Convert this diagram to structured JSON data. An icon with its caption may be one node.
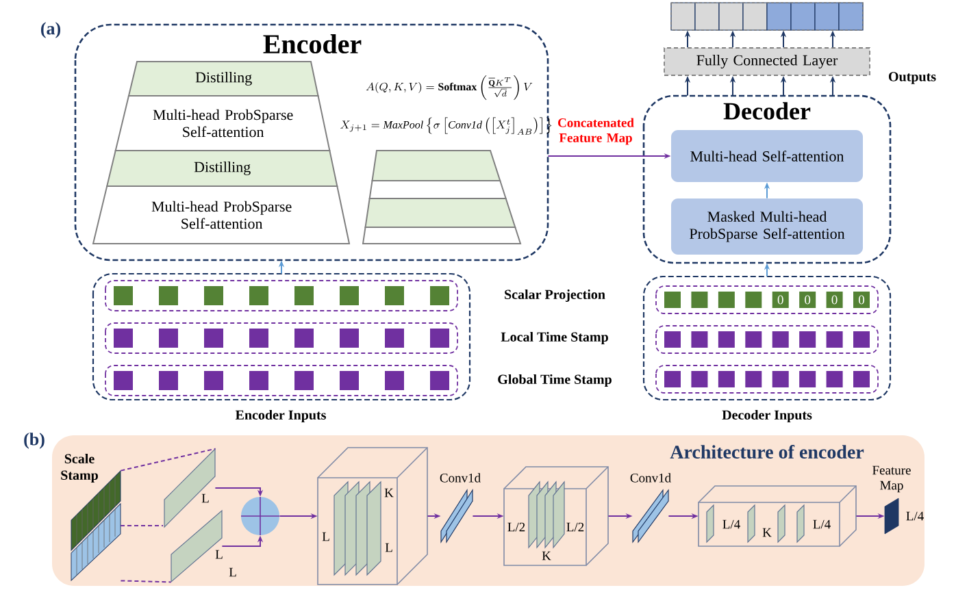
{
  "diagram": {
    "nodes": [
      {
        "text": [
          "Encoder"
        ]
      },
      {
        "text": [
          "Distilling"
        ],
        "in": 0
      },
      {
        "text": [
          "Multi-head ProbSparse Self-attention"
        ],
        "in": 0
      },
      {
        "text": [
          "Distilling"
        ],
        "in": 0
      },
      {
        "text": [
          "Multi-head ProbSparse Self-attention"
        ],
        "in": 0
      },
      {
        "text": [],
        "shape": "box",
        "in": 0
      },
      {
        "text": [],
        "shape": "box",
        "in": 0
      },
      {
        "text": [],
        "shape": "box",
        "in": 0
      },
      {
        "text": [],
        "shape": "box",
        "in": 0
      },
      {
        "text": [
          "Decoder"
        ]
      },
      {
        "text": [
          "Multi-head Self-attention"
        ],
        "in": 9
      },
      {
        "text": [
          "Masked Multi-head ProbSparse Self-attention"
        ],
        "in": 9
      },
      {
        "text": [
          "Fully Connected Layer"
        ]
      },
      {
        "text": [],
        "shape": "box"
      },
      {
        "text": [
          "Encoder Inputs"
        ]
      },
      {
        "text": [],
        "shape": "box",
        "in": 14
      },
      {
        "text": [],
        "shape": "box",
        "in": 14
      },
      {
        "text": [],
        "shape": "box",
        "in": 14
      },
      {
        "text": [
          "Decoder Inputs"
        ]
      },
      {
        "text": [
          "0",
          "0",
          "0",
          "0"
        ],
        "in": 18
      },
      {
        "text": [],
        "shape": "box",
        "in": 18
      },
      {
        "text": [],
        "shape": "box",
        "in": 18
      },
      {
        "text": [
          "Architecture of encoder"
        ]
      },
      {
        "text": [],
        "shape": "picture",
        "in": 22,
        "beside": [
          "Scale Stamp"
        ]
      },
      {
        "text": [],
        "shape": "box",
        "in": 22,
        "beside": [
          "L"
        ]
      },
      {
        "text": [],
        "shape": "box",
        "in": 22,
        "beside": [
          "L",
          "L"
        ]
      },
      {
        "text": [],
        "shape": "circle",
        "in": 22
      },
      {
        "text": [
          "K",
          "L",
          "L"
        ],
        "in": 22
      },
      {
        "text": [],
        "shape": "box",
        "in": 22,
        "beside": [
          "Conv1d"
        ]
      },
      {
        "text": [
          "L/2",
          "L/2",
          "K"
        ],
        "in": 22
      },
      {
        "text": [],
        "shape": "box",
        "in": 22,
        "beside": [
          "Conv1d"
        ]
      },
      {
        "text": [
          "L/4",
          "K",
          "L/4"
        ],
        "in": 22
      },
      {
        "text": [],
        "shape": "box",
        "in": 22,
        "beside": [
          "Feature Map",
          "L/4"
        ]
      }
    ],
    "edges": [
      {
        "from": 14,
        "to": 0,
        "arrow": "to",
        "color": "#5b9bd5"
      },
      {
        "from": 18,
        "to": 9,
        "arrow": "to",
        "color": "#5b9bd5"
      },
      {
        "from": 0,
        "to": 10,
        "arrow": "to",
        "label": "Concatenated Feature Map"
      },
      {
        "from": 11,
        "to": 10,
        "arrow": "to",
        "color": "#5b9bd5"
      },
      {
        "from": 9,
        "to": 12,
        "arrow": "to",
        "color": "#1f3864"
      },
      {
        "from": 9,
        "to": 12,
        "arrow": "to",
        "color": "#1f3864"
      },
      {
        "from": 9,
        "to": 12,
        "arrow": "to",
        "color": "#1f3864"
      },
      {
        "from": 9,
        "to": 12,
        "arrow": "to",
        "color": "#1f3864"
      },
      {
        "from": 12,
        "to": 13,
        "arrow": "to",
        "color": "#1f3864"
      },
      {
        "from": 12,
        "to": 13,
        "arrow": "to",
        "color": "#1f3864"
      },
      {
        "from": 12,
        "to": 13,
        "arrow": "to",
        "color": "#1f3864"
      },
      {
        "from": 12,
        "to": 13,
        "arrow": "to",
        "color": "#1f3864"
      },
      {
        "from": 23,
        "to": 24,
        "arrow": "none",
        "style": "dashed"
      },
      {
        "from": 23,
        "to": 25,
        "arrow": "none",
        "style": "dashed"
      },
      {
        "from": 24,
        "to": 26,
        "arrow": "to"
      },
      {
        "from": 25,
        "to": 26,
        "arrow": "to"
      },
      {
        "from": 26,
        "to": 27,
        "arrow": "to"
      },
      {
        "from": 27,
        "to": 28,
        "arrow": "to"
      },
      {
        "from": 28,
        "to": 29,
        "arrow": "to"
      },
      {
        "from": 29,
        "to": 30,
        "arrow": "to"
      },
      {
        "from": 30,
        "to": 31,
        "arrow": "to"
      },
      {
        "from": 31,
        "to": 32,
        "arrow": "to"
      }
    ],
    "labels": [
      "(a)",
      "A(Q,K,V)=\\mathbf{Softmax}\\left(\\frac{\\overline{\\mathbf{Q}}K^{T}}{\\sqrt{d}}\\right)V",
      "X_{j+1}=\\mathit{MaxPool}\\left\\{\\sigma\\left[\\mathit{Conv1d}\\left(\\left[X_{j}^{t}\\right]_{AB}\\right)\\right]\\right\\}",
      "Outputs",
      "Scalar Projection",
      "Local Time Stamp",
      "Global Time Stamp",
      "(b)"
    ]
  }
}
